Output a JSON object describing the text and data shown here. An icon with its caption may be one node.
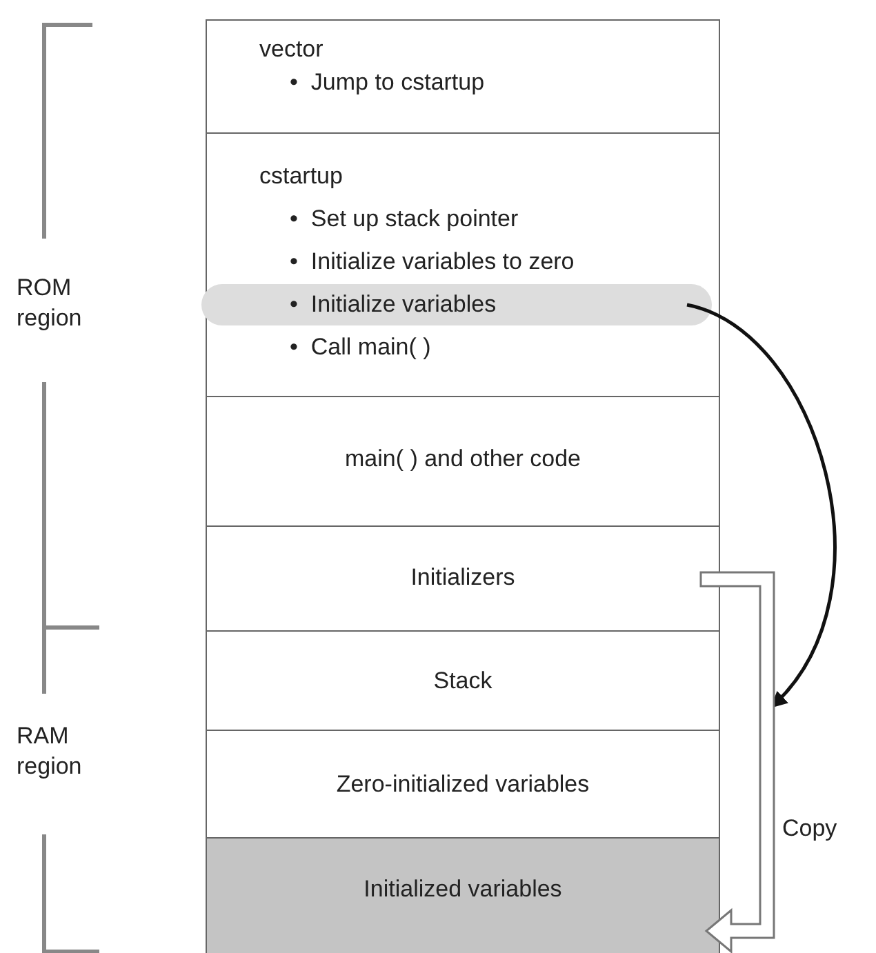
{
  "diagram": {
    "nodes": [
      {
        "text": [
          "vector",
          "•  Jump to cstartup"
        ]
      },
      {
        "text": [
          "cstartup",
          "•  Set up stack pointer",
          "•  Initialize variables to zero",
          "•  Call main( )"
        ]
      },
      {
        "text": [
          "•  Initialize variables"
        ],
        "in": 1
      },
      {
        "text": [
          "main( ) and other code"
        ]
      },
      {
        "text": [
          "Initializers"
        ]
      },
      {
        "text": [
          "Stack"
        ]
      },
      {
        "text": [
          "Zero-initialized variables"
        ]
      },
      {
        "text": [
          "Initialized variables"
        ]
      }
    ],
    "edges": [
      {
        "from": 2,
        "to": null,
        "arrow": "to"
      },
      {
        "from": 4,
        "to": 7,
        "arrow": "to",
        "label": "Copy"
      }
    ],
    "labels": [
      "ROM region",
      "RAM region"
    ]
  }
}
